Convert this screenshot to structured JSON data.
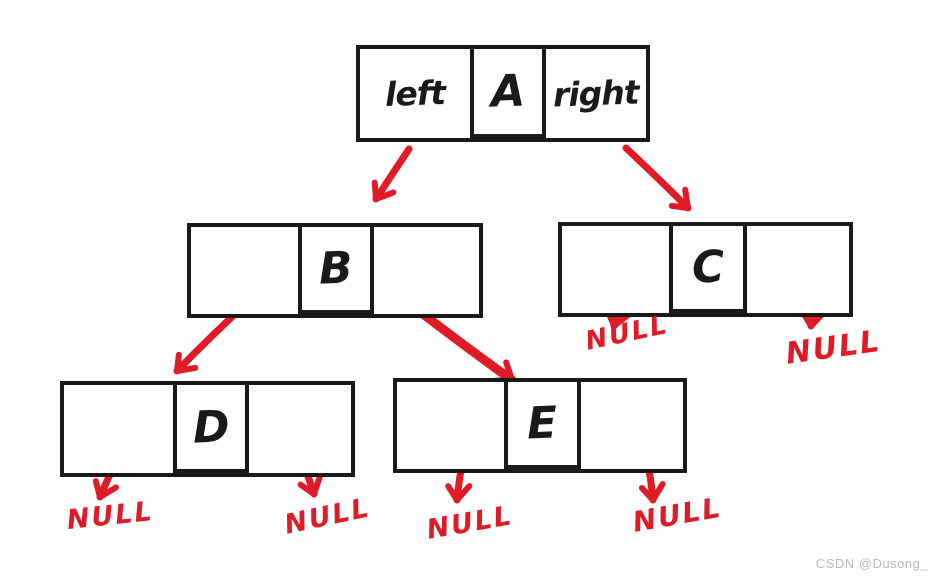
{
  "diagram": {
    "type": "binary-tree-linked-representation",
    "description": "Hand-drawn binary tree where each node is drawn as three cells: left pointer, data value, right pointer"
  },
  "nodes": {
    "A": {
      "left": "left",
      "value": "A",
      "right": "right"
    },
    "B": {
      "left": "",
      "value": "B",
      "right": ""
    },
    "C": {
      "left": "",
      "value": "C",
      "right": ""
    },
    "D": {
      "left": "",
      "value": "D",
      "right": ""
    },
    "E": {
      "left": "",
      "value": "E",
      "right": ""
    }
  },
  "nulls": {
    "c_left": "NULL",
    "c_right": "NULL",
    "d_left": "NULL",
    "d_right": "NULL",
    "e_left": "NULL",
    "e_right": "NULL"
  },
  "tree": {
    "root": "A",
    "edges": [
      {
        "from": "A",
        "side": "left",
        "to": "B"
      },
      {
        "from": "A",
        "side": "right",
        "to": "C"
      },
      {
        "from": "B",
        "side": "left",
        "to": "D"
      },
      {
        "from": "B",
        "side": "right",
        "to": "E"
      },
      {
        "from": "C",
        "side": "left",
        "to": "NULL"
      },
      {
        "from": "C",
        "side": "right",
        "to": "NULL"
      },
      {
        "from": "D",
        "side": "left",
        "to": "NULL"
      },
      {
        "from": "D",
        "side": "right",
        "to": "NULL"
      },
      {
        "from": "E",
        "side": "left",
        "to": "NULL"
      },
      {
        "from": "E",
        "side": "right",
        "to": "NULL"
      }
    ]
  },
  "colors": {
    "ink": "#1a1a1a",
    "red": "#e01b28",
    "watermark": "#b6bac0",
    "background": "#ffffff"
  },
  "watermark": {
    "text": "CSDN @Dusong_"
  }
}
